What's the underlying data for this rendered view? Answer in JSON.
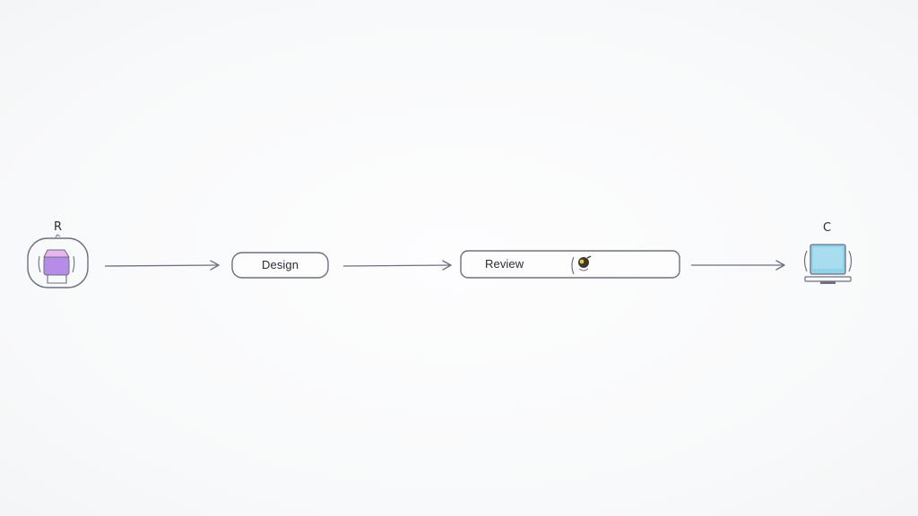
{
  "diagram": {
    "start_label": "R",
    "end_label": "C",
    "steps": [
      {
        "label": "Design"
      },
      {
        "label": "Review"
      }
    ]
  },
  "colors": {
    "stroke": "#6e6e82",
    "start_icon_fill": "#b48ee6",
    "start_icon_head": "#e7b6ea",
    "end_screen_fill": "#8fd3ea",
    "review_badge": "#3b3a2a"
  },
  "icons": {
    "start": "person-avatar-icon",
    "review": "reviewer-badge-icon",
    "end": "computer-monitor-icon"
  }
}
